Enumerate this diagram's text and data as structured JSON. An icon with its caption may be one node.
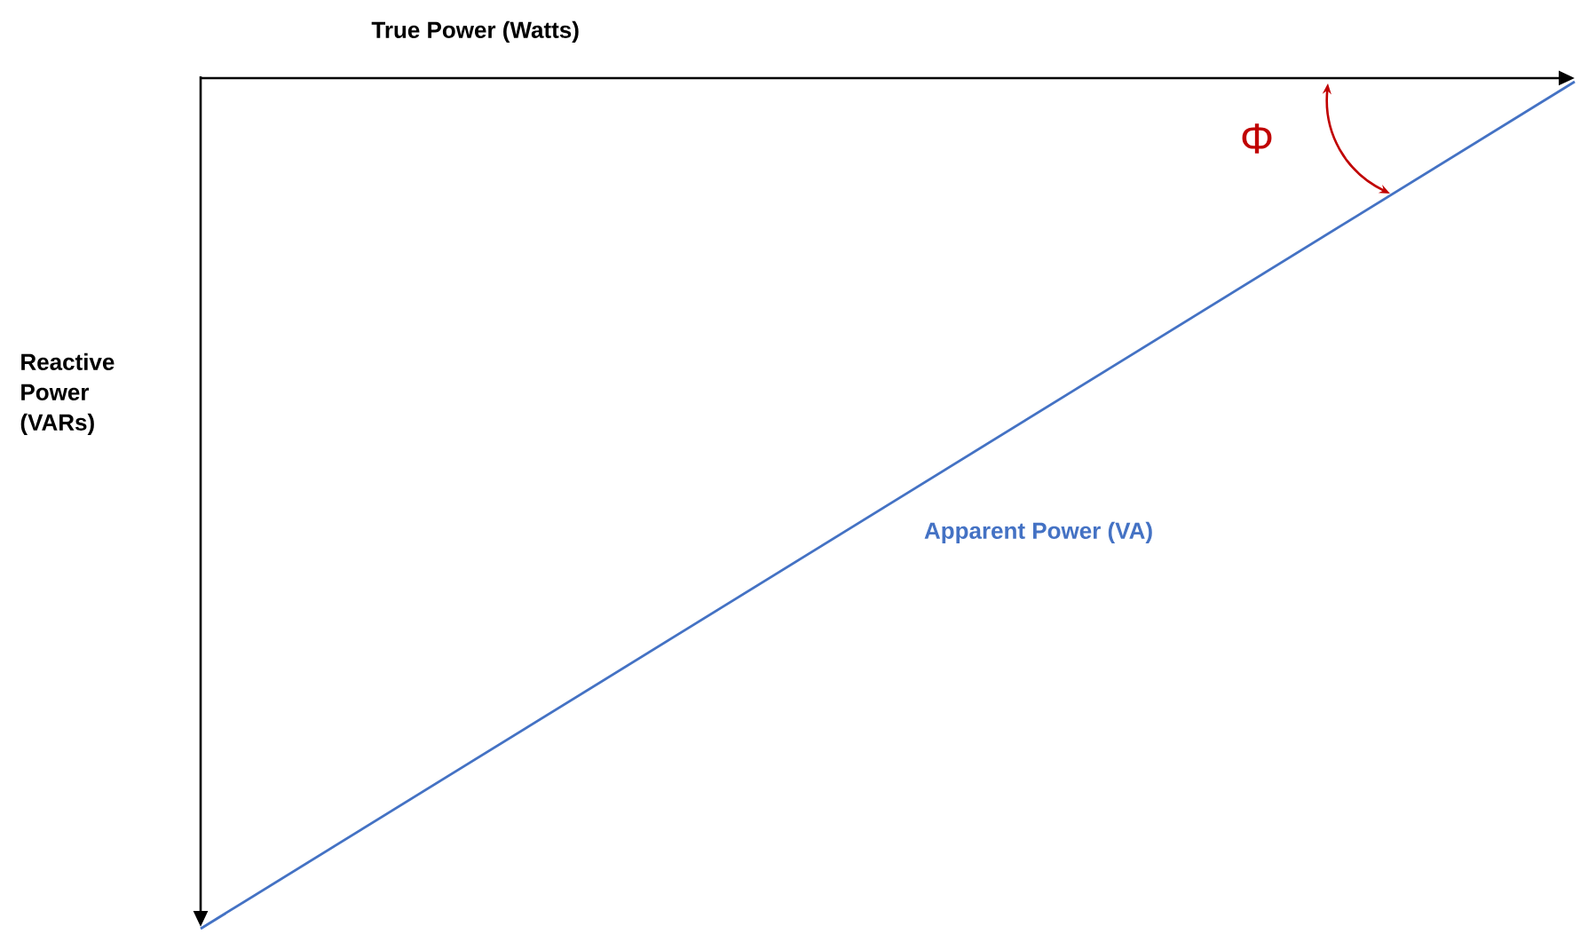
{
  "diagram": {
    "labels": [
      "True Power (Watts)",
      "Reactive Power (VARs)",
      "Apparent Power (VA)",
      "Φ"
    ]
  }
}
